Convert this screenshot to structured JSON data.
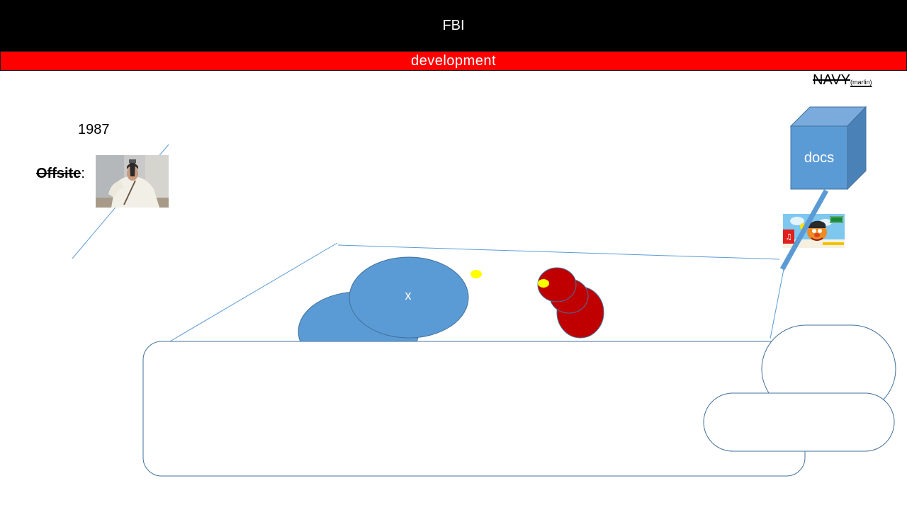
{
  "header": {
    "title": "FBI",
    "background": "#000000"
  },
  "subheader": {
    "title": "development",
    "background": "#ff0000"
  },
  "left_panel": {
    "year": "1987",
    "offsite_label": "Offsite",
    "offsite_suffix": ":",
    "photo_icon": "person-photo"
  },
  "right_panel": {
    "navy_label": "NAVY",
    "navy_sub": "(marlin)",
    "cube_label": "docs",
    "thumbnail_icon": "sesame-street-songs-thumbnail"
  },
  "diagram": {
    "center_ellipse_label": "x",
    "colors": {
      "blue_fill": "#5b9bd5",
      "blue_stroke": "#41719c",
      "red_fill": "#c00000",
      "yellow_dot": "#ffff00"
    }
  }
}
